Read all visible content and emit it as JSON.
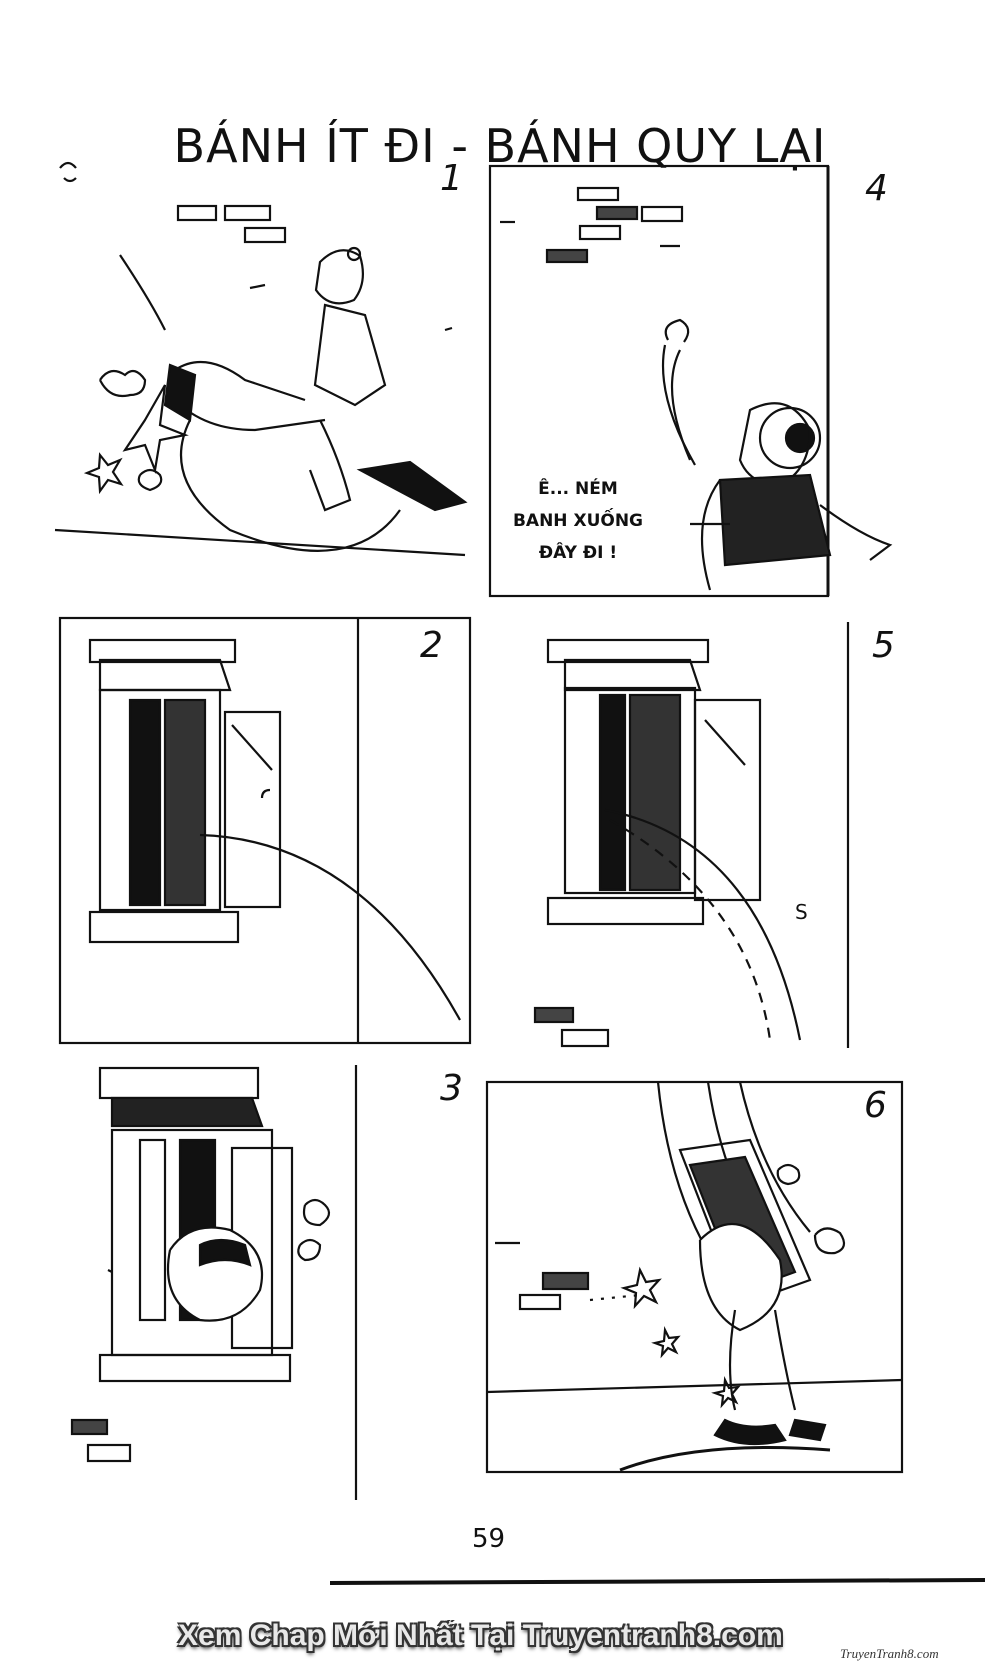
{
  "title": "BÁNH ÍT ĐI - BÁNH QUY LẠI",
  "panels": [
    {
      "number": "1"
    },
    {
      "number": "2"
    },
    {
      "number": "3"
    },
    {
      "number": "4",
      "speech": [
        "Ê... NÉM",
        "BANH XUỐNG",
        "ĐÂY ĐI !"
      ]
    },
    {
      "number": "5",
      "sfx": "S"
    },
    {
      "number": "6"
    }
  ],
  "page_number": "59",
  "watermark": "Xem Chap Mới Nhất Tại Truyentranh8.com",
  "watermark_small": "TruyenTranh8.com"
}
